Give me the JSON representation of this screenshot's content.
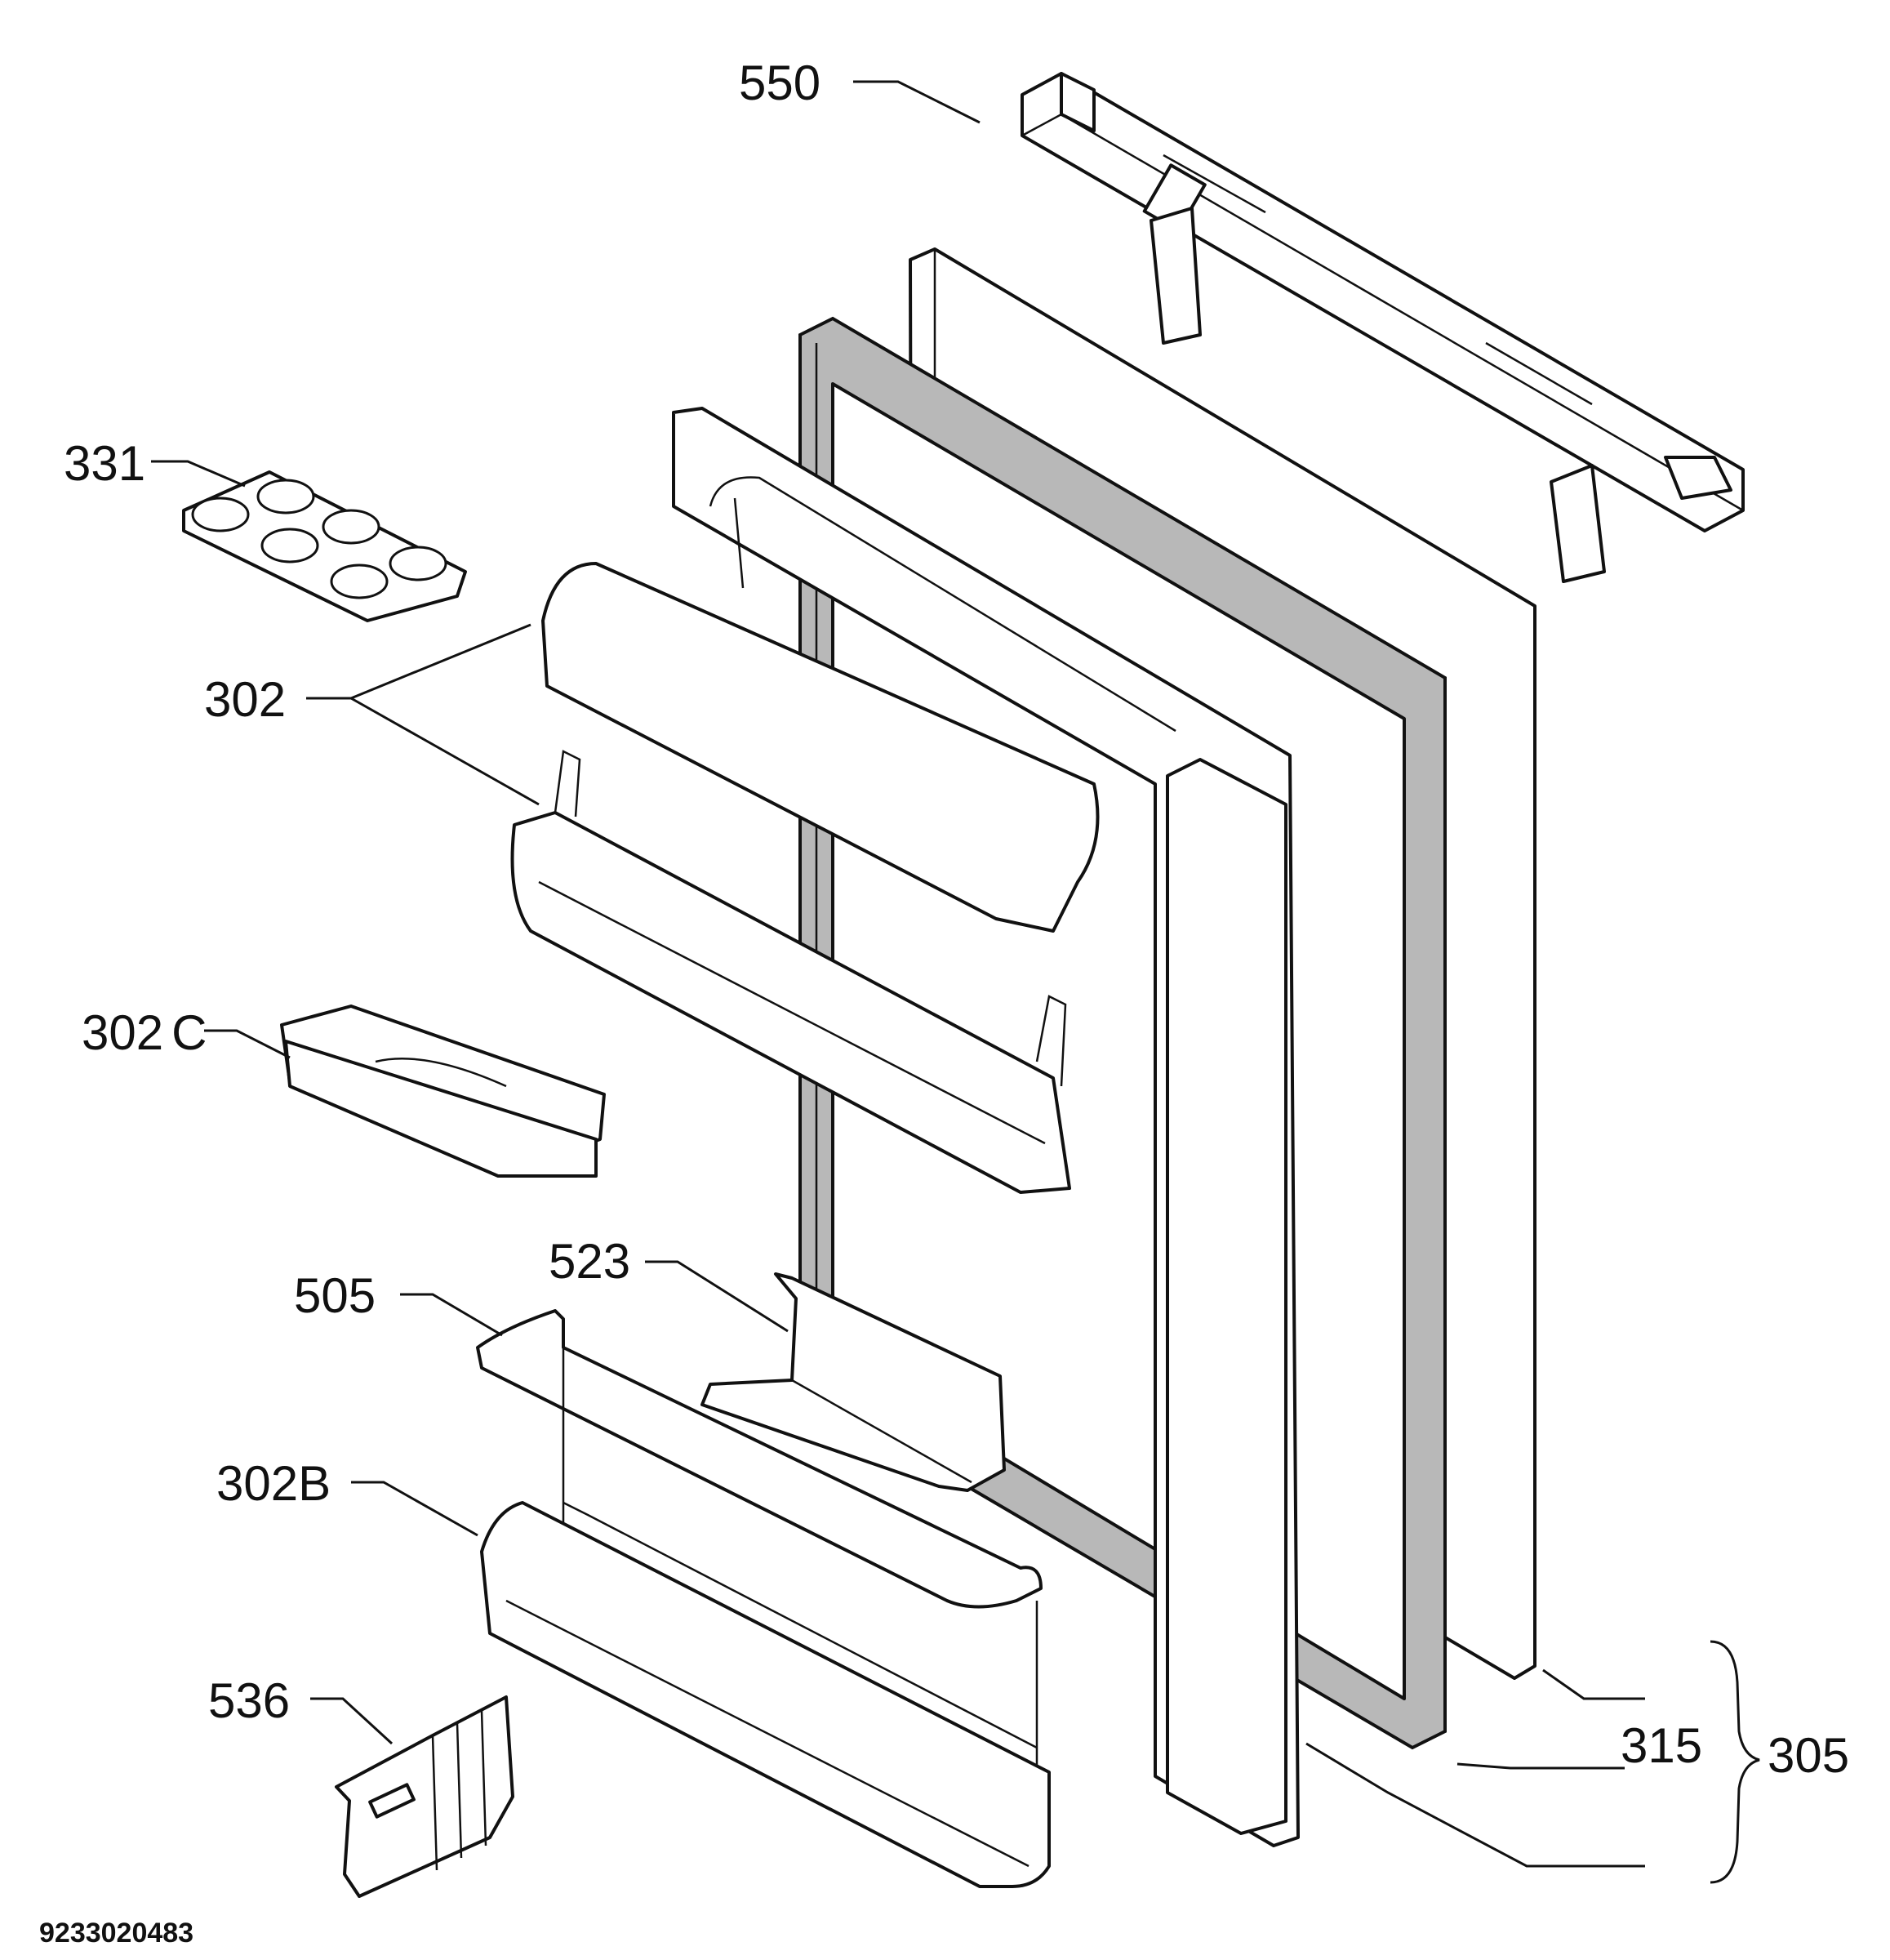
{
  "labels": {
    "l550": "550",
    "l331": "331",
    "l302": "302",
    "l302c": "302",
    "l302c_suffix": "C",
    "l523": "523",
    "l505": "505",
    "l302b": "302B",
    "l536": "536",
    "l315": "315",
    "l305": "305"
  },
  "drawing_number": "9233020483"
}
